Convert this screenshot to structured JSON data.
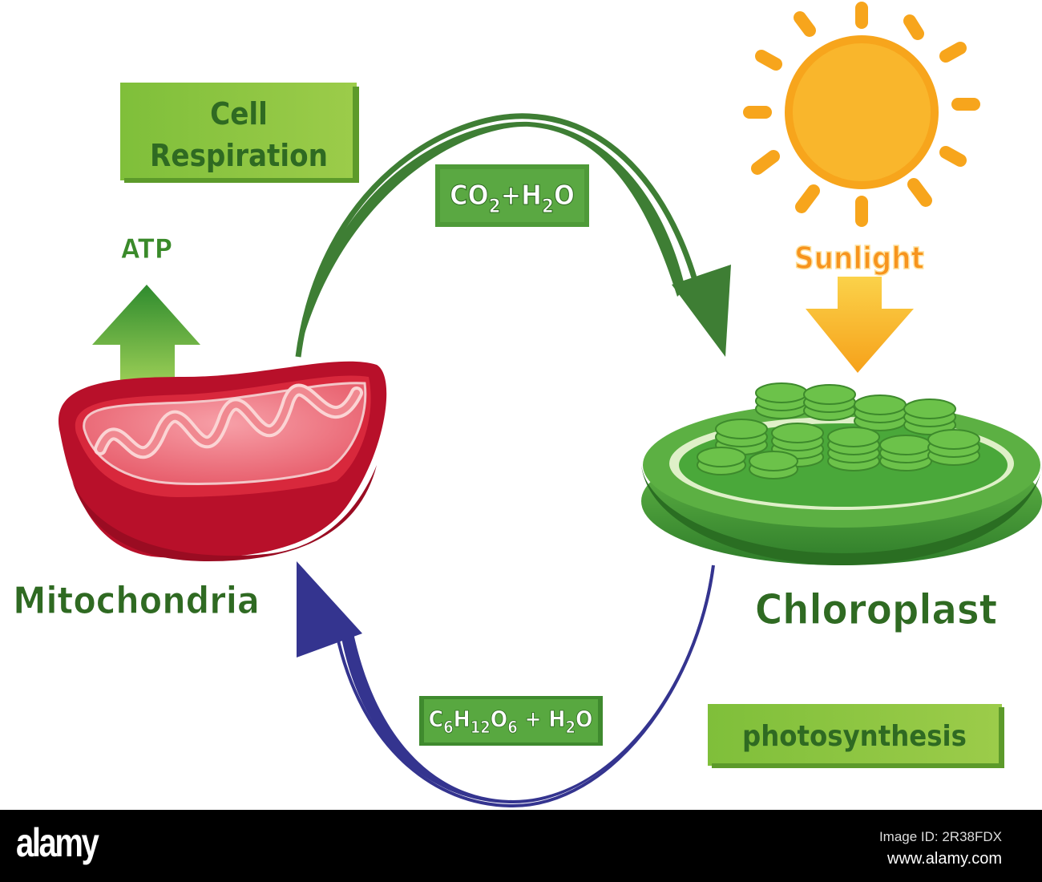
{
  "labels": {
    "cell_respiration_line1": "Cell",
    "cell_respiration_line2": "Respiration",
    "atp": "ATP",
    "mitochondria": "Mitochondria",
    "chloroplast": "Chloroplast",
    "sunlight": "Sunlight",
    "photosynthesis": "photosynthesis",
    "co2_h2o": {
      "c": "CO",
      "sub1": "2",
      "plus": "+H",
      "sub2": "2",
      "o": "O"
    },
    "glucose_h2o": {
      "c": "C",
      "s1": "6",
      "h": "H",
      "s2": "12",
      "o": "O",
      "s3": "6",
      "plus": " + H",
      "s4": "2",
      "o2": "O"
    }
  },
  "footer": {
    "logo": "alamy",
    "image_id": "Image ID: 2R38FDX",
    "url": "www.alamy.com"
  },
  "colors": {
    "label_green": "#2f6a22",
    "box_light": "#8cc63f",
    "box_dark": "#4e9a38",
    "sun": "#f7a51c",
    "mito_red": "#c8102e",
    "chloro_green": "#3f9a2f",
    "arc_green": "#3e7e34",
    "arc_blue": "#34348f"
  }
}
